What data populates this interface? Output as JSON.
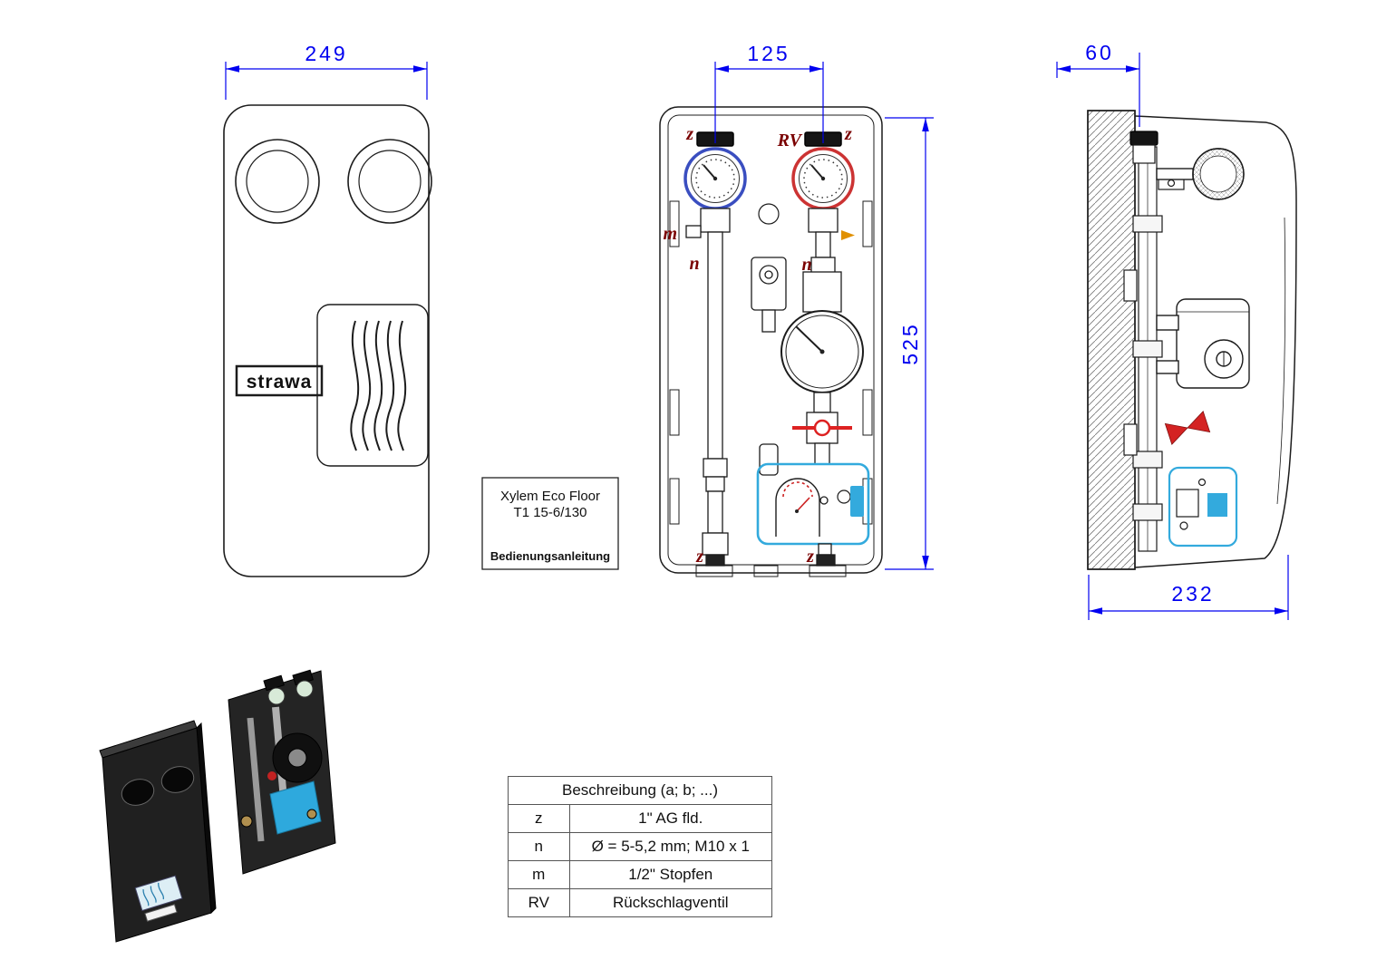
{
  "drawing": {
    "front_view": {
      "dim_width_label": "249",
      "logo_text": "strawa"
    },
    "internal_view": {
      "dim_width_label": "125",
      "dim_height_label": "525",
      "port_labels": {
        "z_top_left": "z",
        "rv_top": "RV",
        "z_top_right": "z",
        "m_left": "m",
        "n_left": "n",
        "n_right": "n",
        "z_bottom_left": "z",
        "z_bottom_right": "z"
      }
    },
    "side_view": {
      "dim_offset_label": "60",
      "dim_depth_label": "232"
    }
  },
  "label_plate": {
    "product_line1": "Xylem Eco Floor",
    "product_line2": "T1 15-6/130",
    "manual": "Bedienungsanleitung"
  },
  "legend": {
    "header": "Beschreibung (a; b; ...)",
    "rows": [
      {
        "key": "z",
        "value": "1\" AG fld."
      },
      {
        "key": "n",
        "value": "Ø = 5-5,2 mm; M10 x 1"
      },
      {
        "key": "m",
        "value": "1/2\" Stopfen"
      },
      {
        "key": "RV",
        "value": "Rückschlagventil"
      }
    ]
  },
  "colors": {
    "dimension_blue": "#0000f0",
    "label_maroon": "#7a0000",
    "thermometer_blue": "#3a4ec0",
    "thermometer_red": "#cc3333",
    "accent_cyan": "#33aadd",
    "valve_red": "#dd2222",
    "line_dark": "#1c1c1c"
  }
}
